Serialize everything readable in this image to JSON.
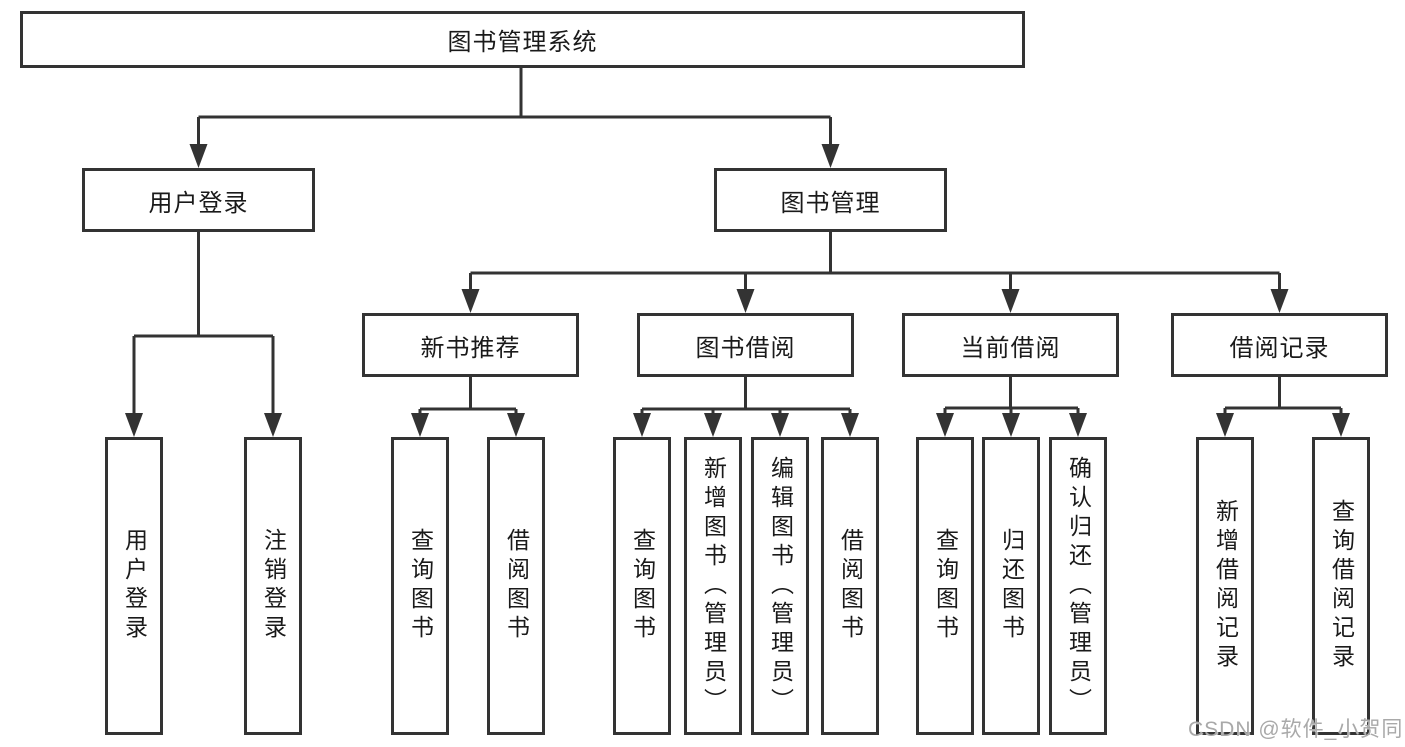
{
  "colors": {
    "line": "#333333",
    "node_border": "#333333",
    "node_background": "#ffffff",
    "text": "#1a1a1a",
    "page_background": "#ffffff",
    "watermark": "#a9a9a9"
  },
  "tree": {
    "root": "图书管理系统",
    "level2": [
      {
        "label": "用户登录",
        "leaves": [
          "用户登录",
          "注销登录"
        ]
      },
      {
        "label": "图书管理",
        "groups": [
          {
            "label": "新书推荐",
            "leaves": [
              "查询图书",
              "借阅图书"
            ]
          },
          {
            "label": "图书借阅",
            "leaves": [
              "查询图书",
              "新增图书（管理员）",
              "编辑图书（管理员）",
              "借阅图书"
            ]
          },
          {
            "label": "当前借阅",
            "leaves": [
              "查询图书",
              "归还图书",
              "确认归还（管理员）"
            ]
          },
          {
            "label": "借阅记录",
            "leaves": [
              "新增借阅记录",
              "查询借阅记录"
            ]
          }
        ]
      }
    ]
  },
  "watermark": "CSDN @软件_小贺同学"
}
